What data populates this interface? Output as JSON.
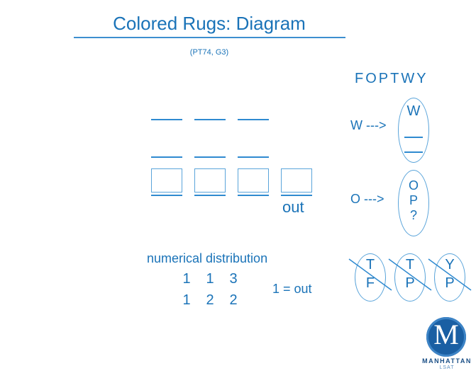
{
  "title": "Colored Rugs: Diagram",
  "subtitle": "(PT74, G3)",
  "letters": "FOPTWY",
  "slots": {
    "out_label": "out"
  },
  "rules": {
    "w_label": "W --->",
    "w_top": "W",
    "o_label": "O --->",
    "o_items": [
      "O",
      "P",
      "?"
    ]
  },
  "pairs": [
    {
      "top": "T",
      "bottom": "F"
    },
    {
      "top": "T",
      "bottom": "P"
    },
    {
      "top": "Y",
      "bottom": "P"
    }
  ],
  "distribution": {
    "title": "numerical distribution",
    "row1": [
      "1",
      "1",
      "3"
    ],
    "row2": [
      "1",
      "2",
      "2"
    ],
    "note": "1 = out"
  },
  "logo": {
    "letter": "M",
    "word": "MANHATTAN",
    "sub": "LSAT"
  },
  "colors": {
    "primary": "#1a73b8",
    "line": "#2f8ad0",
    "box": "#5aa4da",
    "logo": "#1a5fa3"
  }
}
